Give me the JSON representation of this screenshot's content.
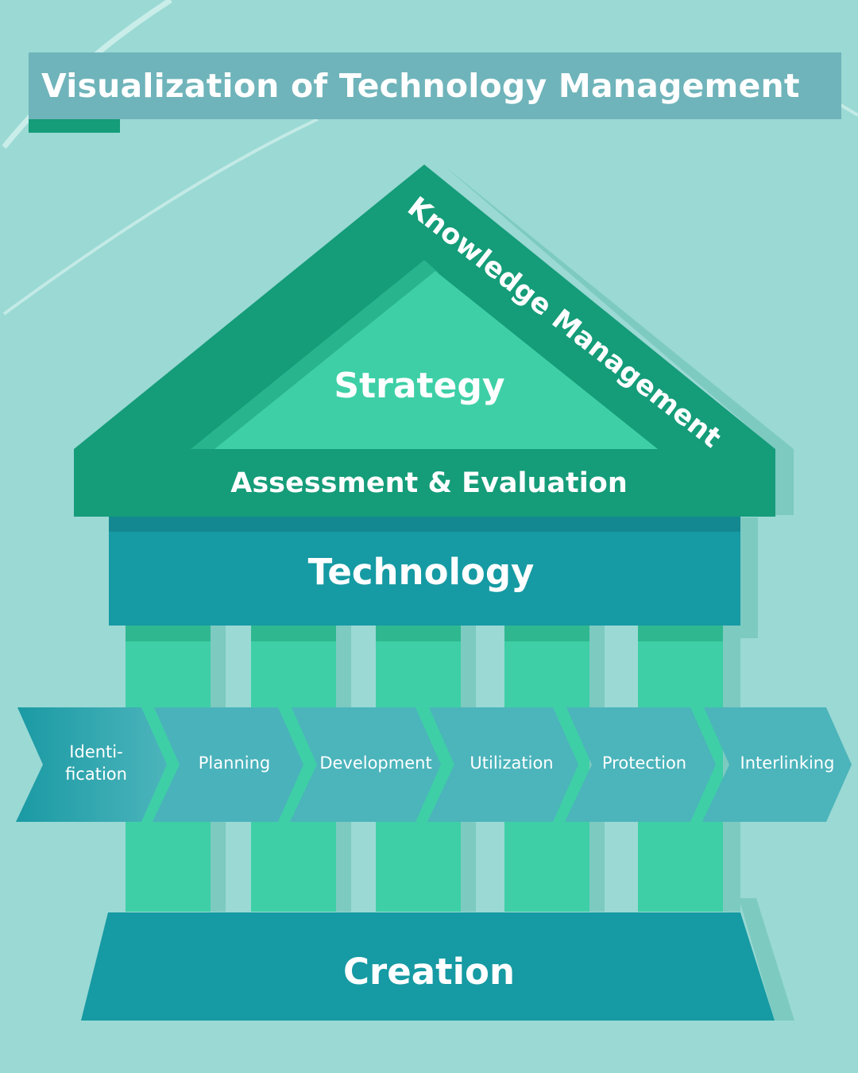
{
  "title": "Visualization of Technology Management",
  "roof": {
    "outer_label": "Knowledge Management",
    "inner_label": "Strategy",
    "base_label": "Assessment & Evaluation"
  },
  "beam_label": "Technology",
  "foundation_label": "Creation",
  "process_steps": [
    "Identi-\nfication",
    "Planning",
    "Development",
    "Utilization",
    "Protection",
    "Interlinking"
  ],
  "pillar_count": 5,
  "colors": {
    "background": "#9ad9d4",
    "title_bar": "#6fb4ba",
    "accent": "#159c79",
    "roof": "#159c79",
    "strategy": "#3ecfa6",
    "beam": "#169aa3",
    "pillar": "#3ecfa6",
    "arrow": "#4cb4bb",
    "foundation": "#169aa3",
    "text": "#ffffff"
  }
}
